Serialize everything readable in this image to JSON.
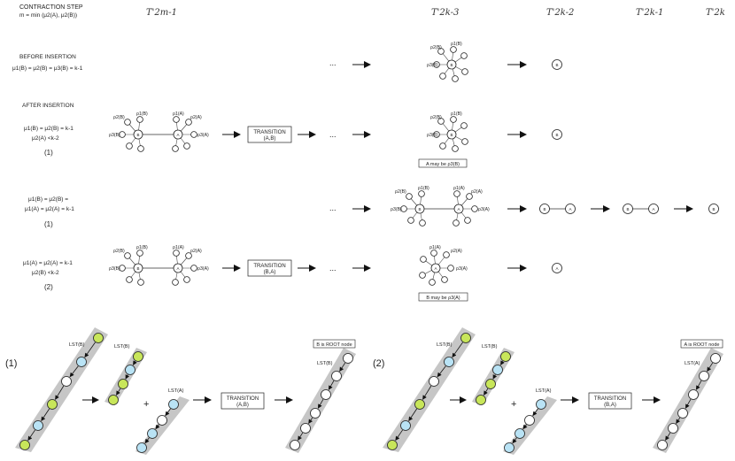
{
  "header": {
    "step_line1": "CONTRACTION STEP",
    "step_line2": "m = min (μ2(A), μ2(B))",
    "cols": [
      "T'2m-1",
      "T'2k-3",
      "T'2k-2",
      "T'2k-1",
      "T'2k"
    ]
  },
  "row1": {
    "title": "BEFORE INSERTION",
    "cond": "μ1(B) = μ2(B) = μ3(B) = k-1",
    "ellipsis": "...",
    "labels": {
      "r1": "ρ1(B)",
      "r2": "ρ2(B)",
      "r3": "ρ3(B)"
    },
    "node": "B"
  },
  "row2": {
    "title": "AFTER INSERTION",
    "cond1": "μ1(B) = μ2(B) = k-1",
    "cond2": "μ2(A) <k-2",
    "num": "(1)",
    "transition": [
      "TRANSITION",
      "(A,B)"
    ],
    "ellipsis": "...",
    "note": "A may be ρ3(B)",
    "nodeB": "B",
    "nodeA": "A",
    "labelsB": {
      "r1": "ρ1(B)",
      "r2": "ρ2(B)",
      "r3": "ρ3(B)"
    },
    "labelsA": {
      "r1": "ρ1(A)",
      "r2": "ρ2(A)",
      "r3": "ρ3(A)"
    }
  },
  "row3": {
    "cond1": "μ1(B) = μ2(B) =",
    "cond2": "μ1(A) = μ2(A) = k-1",
    "num": "(1)",
    "ellipsis": "...",
    "nodeB": "B",
    "nodeA": "A",
    "labelsB": {
      "r1": "ρ1(B)",
      "r2": "ρ2(B)",
      "r3": "ρ3(B)"
    },
    "labelsA": {
      "r1": "ρ1(A)",
      "r2": "ρ2(A)",
      "r3": "ρ3(A)"
    }
  },
  "row4": {
    "cond1": "μ1(A) = μ2(A) = k-1",
    "cond2": "μ2(B) <k-2",
    "num": "(2)",
    "transition": [
      "TRANSITION",
      "(B,A)"
    ],
    "ellipsis": "...",
    "note": "B may be ρ3(A)",
    "nodeB": "B",
    "nodeA": "A",
    "labelsB": {
      "r1": "ρ1(B)",
      "r2": "ρ2(B)",
      "r3": "ρ3(B)"
    },
    "labelsA": {
      "r1": "ρ1(A)",
      "r2": "ρ2(A)",
      "r3": "ρ3(A)"
    }
  },
  "bottom": {
    "left": {
      "num": "(1)",
      "lst1": "LST(B)",
      "lst2": "LST(B)",
      "lst3": "LST(A)",
      "plus": "+",
      "transition": [
        "TRANSITION",
        "(A,B)"
      ],
      "root_note": "B is ROOT node",
      "lst_out": "LST(B)"
    },
    "right": {
      "num": "(2)",
      "lst1": "LST(B)",
      "lst2": "LST(B)",
      "lst3": "LST(A)",
      "plus": "+",
      "transition": [
        "TRANSITION",
        "(B,A)"
      ],
      "root_note": "A is ROOT node",
      "lst_out": "LST(A)"
    }
  },
  "colors": {
    "green": "#c8e65a",
    "blue": "#b9e3f5",
    "band": "#c6c6c6"
  }
}
